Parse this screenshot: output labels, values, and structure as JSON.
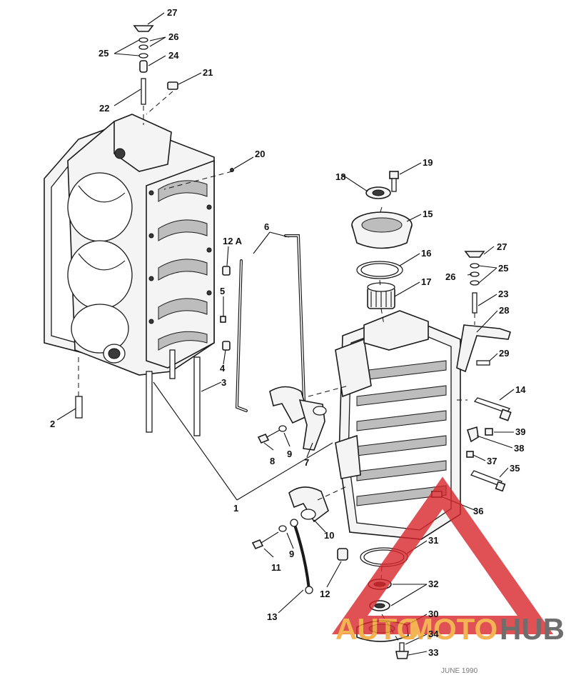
{
  "callouts": {
    "c1": "1",
    "c2": "2",
    "c3": "3",
    "c4": "4",
    "c5": "5",
    "c6": "6",
    "c7": "7",
    "c8": "8",
    "c9a": "9",
    "c9b": "9",
    "c10": "10",
    "c11": "11",
    "c12": "12",
    "c12a": "12 A",
    "c13": "13",
    "c14": "14",
    "c15": "15",
    "c16": "16",
    "c17": "17",
    "c18": "18",
    "c19": "19",
    "c20": "20",
    "c21": "21",
    "c22": "22",
    "c23": "23",
    "c24": "24",
    "c25a": "25",
    "c25b": "25",
    "c26a": "26",
    "c26b": "26",
    "c27a": "27",
    "c27b": "27",
    "c28": "28",
    "c29": "29",
    "c30": "30",
    "c31": "31",
    "c32": "32",
    "c33": "33",
    "c34": "34",
    "c35": "35",
    "c36": "36",
    "c37": "37",
    "c38": "38",
    "c39": "39"
  },
  "watermark": {
    "part1": "AUTO",
    "part2": "MOTO",
    "part3": "HUB",
    "color_red": "#d8262b",
    "color_orange": "#f2a22a",
    "color_gray": "#4a4a4a"
  },
  "footer_text": "JUNE 1990"
}
